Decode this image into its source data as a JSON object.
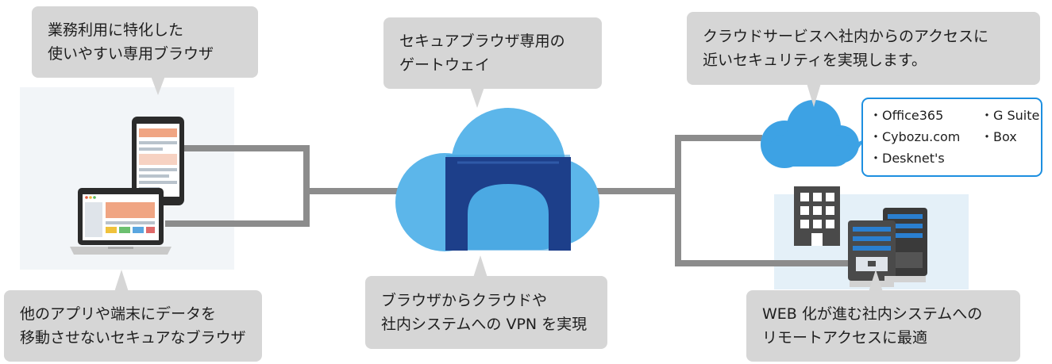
{
  "bubbles": {
    "browser": [
      "業務利用に特化した",
      "使いやすい専用ブラウザ"
    ],
    "gateway": [
      "セキュアブラウザ専用の",
      "ゲートウェイ"
    ],
    "cloud_security": [
      "クラウドサービスへ社内からのアクセスに",
      "近いセキュリティを実現します。"
    ],
    "no_data": [
      "他のアプリや端末にデータを",
      "移動させないセキュアなブラウザ"
    ],
    "vpn": [
      "ブラウザからクラウドや",
      "社内システムへの VPN を実現"
    ],
    "remote": [
      "WEB 化が進む社内システムへの",
      "リモートアクセスに最適"
    ]
  },
  "services": [
    "・Office365",
    "・G Suite",
    "・Cybozu.com",
    "・Box",
    "・Desknet's"
  ],
  "colors": {
    "bubble_bg": "#d6d6d6",
    "connector": "#8c8c8c",
    "cloud_light": "#5cb6ea",
    "cloud_dark": "#1f8ad4",
    "gateway_navy": "#1d3f8a",
    "service_border": "#1d8fe0"
  },
  "icons": {
    "tablet": "tablet-icon",
    "laptop": "laptop-icon",
    "gateway_cloud": "cloud-gateway-icon",
    "saas_cloud": "cloud-icon",
    "building": "building-icon",
    "servers": "server-icon"
  }
}
